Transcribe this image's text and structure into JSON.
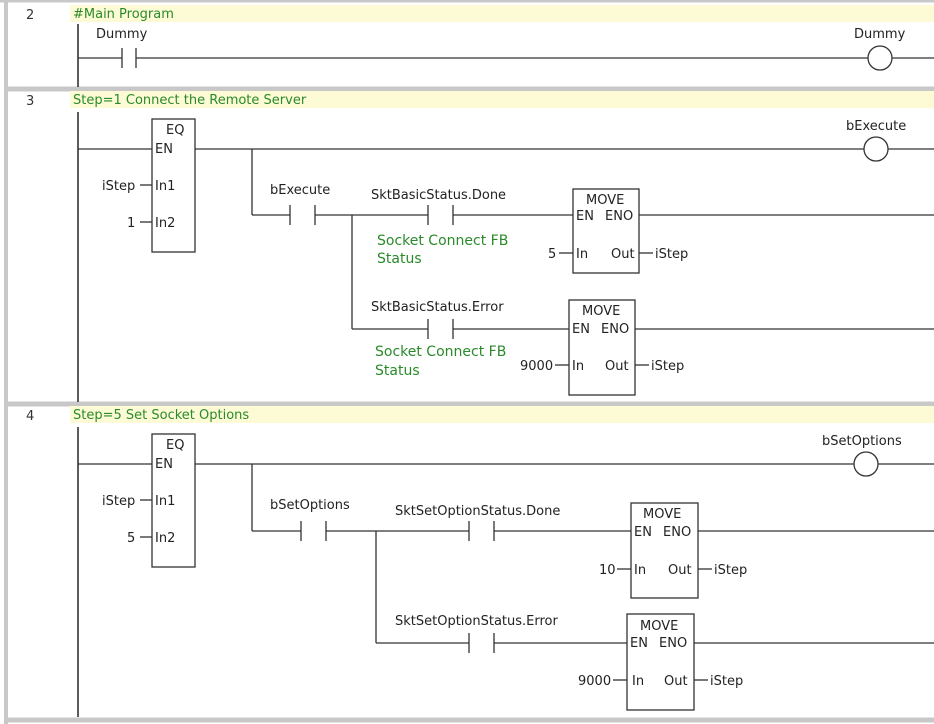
{
  "rungs": [
    {
      "number": "2",
      "title": "#Main Program",
      "contact": "Dummy",
      "coil": "Dummy"
    },
    {
      "number": "3",
      "title": "Step=1 Connect the Remote Server",
      "eq": {
        "name": "EQ",
        "en": "EN",
        "in1_label": "In1",
        "in2_label": "In2",
        "in1": "iStep",
        "in2": "1"
      },
      "gate_contact": "bExecute",
      "coil": "bExecute",
      "done_contact": "SktBasicStatus.Done",
      "done_comment": [
        "Socket Connect FB",
        "Status"
      ],
      "error_contact": "SktBasicStatus.Error",
      "error_comment": [
        "Socket Connect FB",
        "Status"
      ],
      "move_done": {
        "name": "MOVE",
        "en": "EN",
        "eno": "ENO",
        "in_label": "In",
        "out_label": "Out",
        "in": "5",
        "out": "iStep"
      },
      "move_error": {
        "name": "MOVE",
        "en": "EN",
        "eno": "ENO",
        "in_label": "In",
        "out_label": "Out",
        "in": "9000",
        "out": "iStep"
      }
    },
    {
      "number": "4",
      "title": "Step=5 Set Socket Options",
      "eq": {
        "name": "EQ",
        "en": "EN",
        "in1_label": "In1",
        "in2_label": "In2",
        "in1": "iStep",
        "in2": "5"
      },
      "gate_contact": "bSetOptions",
      "coil": "bSetOptions",
      "done_contact": "SktSetOptionStatus.Done",
      "error_contact": "SktSetOptionStatus.Error",
      "move_done": {
        "name": "MOVE",
        "en": "EN",
        "eno": "ENO",
        "in_label": "In",
        "out_label": "Out",
        "in": "10",
        "out": "iStep"
      },
      "move_error": {
        "name": "MOVE",
        "en": "EN",
        "eno": "ENO",
        "in_label": "In",
        "out_label": "Out",
        "in": "9000",
        "out": "iStep"
      }
    }
  ]
}
